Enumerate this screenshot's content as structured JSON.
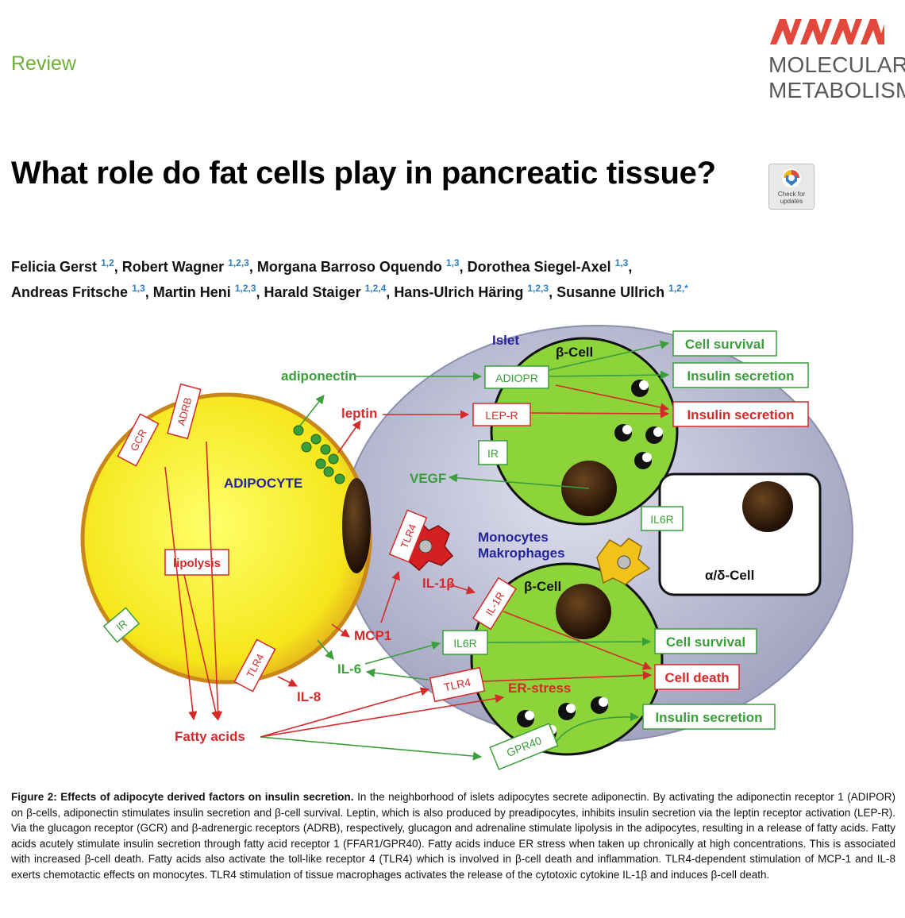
{
  "header": {
    "section_label": "Review",
    "journal_name_line1": "MOLECULAR",
    "journal_name_line2": "METABOLISM",
    "brand_color": "#e2483b"
  },
  "article": {
    "title": "What role do fat cells play in pancreatic tissue?",
    "check_updates": "Check for updates",
    "authors": [
      {
        "name": "Felicia Gerst",
        "aff": "1,2"
      },
      {
        "name": "Robert Wagner",
        "aff": "1,2,3"
      },
      {
        "name": "Morgana Barroso Oquendo",
        "aff": "1,3"
      },
      {
        "name": "Dorothea Siegel-Axel",
        "aff": "1,3"
      },
      {
        "name": "Andreas Fritsche",
        "aff": "1,3"
      },
      {
        "name": "Martin Heni",
        "aff": "1,2,3"
      },
      {
        "name": "Harald Staiger",
        "aff": "1,2,4"
      },
      {
        "name": "Hans-Ulrich Häring",
        "aff": "1,2,3"
      },
      {
        "name": "Susanne Ullrich",
        "aff": "1,2,*"
      }
    ]
  },
  "figure": {
    "colors": {
      "green": "#3a9e3a",
      "red": "#d42a2a",
      "blue": "#24249a",
      "cell_green": "#8cd43a",
      "adipocyte_yellow": "#f5e81e"
    },
    "labels": {
      "islet": "Islet",
      "adipocyte": "ADIPOCYTE",
      "beta_cell_top": "β-Cell",
      "beta_cell_bottom": "β-Cell",
      "alpha_delta_cell": "α/δ-Cell",
      "monocytes": "Monocytes",
      "makrophages": "Makrophages",
      "adiponectin": "adiponectin",
      "leptin": "leptin",
      "vegf": "VEGF",
      "il1b": "IL-1β",
      "mcp1": "MCP1",
      "il6": "IL-6",
      "il8": "IL-8",
      "er_stress": "ER-stress",
      "fatty_acids": "Fatty acids"
    },
    "receptors": {
      "adiopr": "ADIOPR",
      "lepr": "LEP-R",
      "ir_islet": "IR",
      "il6r_alpha": "IL6R",
      "tlr4_macro": "TLR4",
      "il1r": "IL-1R",
      "il6r_beta": "IL6R",
      "tlr4_beta": "TLR4",
      "gpr40": "GPR40",
      "gcr": "GCR",
      "adrb": "ADRB",
      "lipolysis": "lipolysis",
      "ir_adipocyte": "IR",
      "tlr4_adipocyte": "TLR4"
    },
    "outcomes": {
      "cell_survival_top": "Cell survival",
      "insulin_secretion_green": "Insulin secretion",
      "insulin_secretion_red": "Insulin secretion",
      "cell_survival_bottom": "Cell survival",
      "cell_death": "Cell death",
      "insulin_secretion_bottom": "Insulin secretion"
    }
  },
  "caption": {
    "label": "Figure 2: Effects of adipocyte derived factors on insulin secretion.",
    "text": " In the neighborhood of islets adipocytes secrete adiponectin. By activating the adiponectin receptor 1 (ADIPOR) on β-cells, adiponectin stimulates insulin secretion and β-cell survival. Leptin, which is also produced by preadipocytes, inhibits insulin secretion via the leptin receptor activation (LEP-R). Via the glucagon receptor (GCR) and β-adrenergic receptors (ADRB), respectively, glucagon and adrenaline stimulate lipolysis in the adipocytes, resulting in a release of fatty acids. Fatty acids acutely stimulate insulin secretion through fatty acid receptor 1 (FFAR1/GPR40). Fatty acids induce ER stress when taken up chronically at high concentrations. This is associated with increased β-cell death. Fatty acids also activate the toll-like receptor 4 (TLR4) which is involved in β-cell death and inflammation. TLR4-dependent stimulation of MCP-1 and IL-8 exerts chemotactic effects on monocytes. TLR4 stimulation of tissue macrophages activates the release of the cytotoxic cytokine IL-1β and induces β-cell death."
  }
}
